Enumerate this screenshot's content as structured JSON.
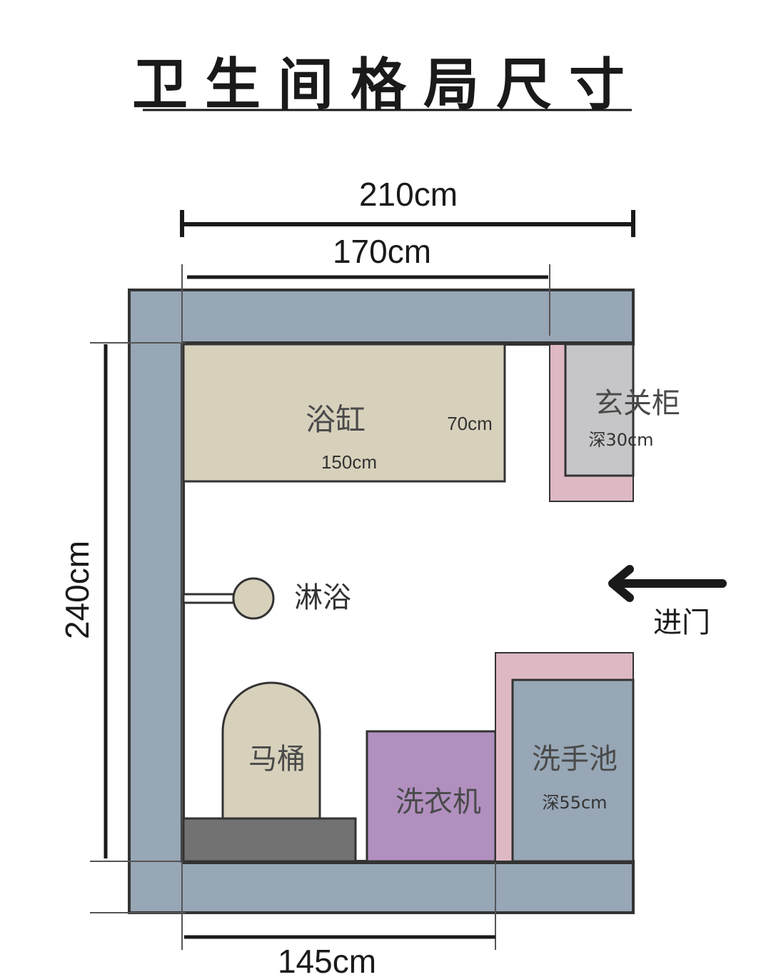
{
  "title": "卫生间格局尺寸",
  "colors": {
    "wall": "#97a7b6",
    "bathtub": "#d7d1bc",
    "toilet": "#d7d1bc",
    "toilet_base": "#727272",
    "washer": "#b190bf",
    "sink": "#97a7b6",
    "cabinet": "#c6c6c8",
    "pink": "#deb9c4",
    "shower": "#d7d1bc",
    "text_dim": "#1a1a1a",
    "text_label": "#4a4a4a"
  },
  "dimensions": {
    "total_width": "210cm",
    "inner_width": "170cm",
    "height": "240cm",
    "bottom_width": "145cm"
  },
  "fixtures": {
    "bathtub": {
      "label": "浴缸",
      "width": "150cm",
      "depth": "70cm"
    },
    "cabinet": {
      "label": "玄关柜",
      "depth": "深30cm"
    },
    "shower": {
      "label": "淋浴"
    },
    "entrance": {
      "label": "进门"
    },
    "toilet": {
      "label": "马桶"
    },
    "washer": {
      "label": "洗衣机"
    },
    "sink": {
      "label": "洗手池",
      "depth": "深55cm"
    }
  }
}
